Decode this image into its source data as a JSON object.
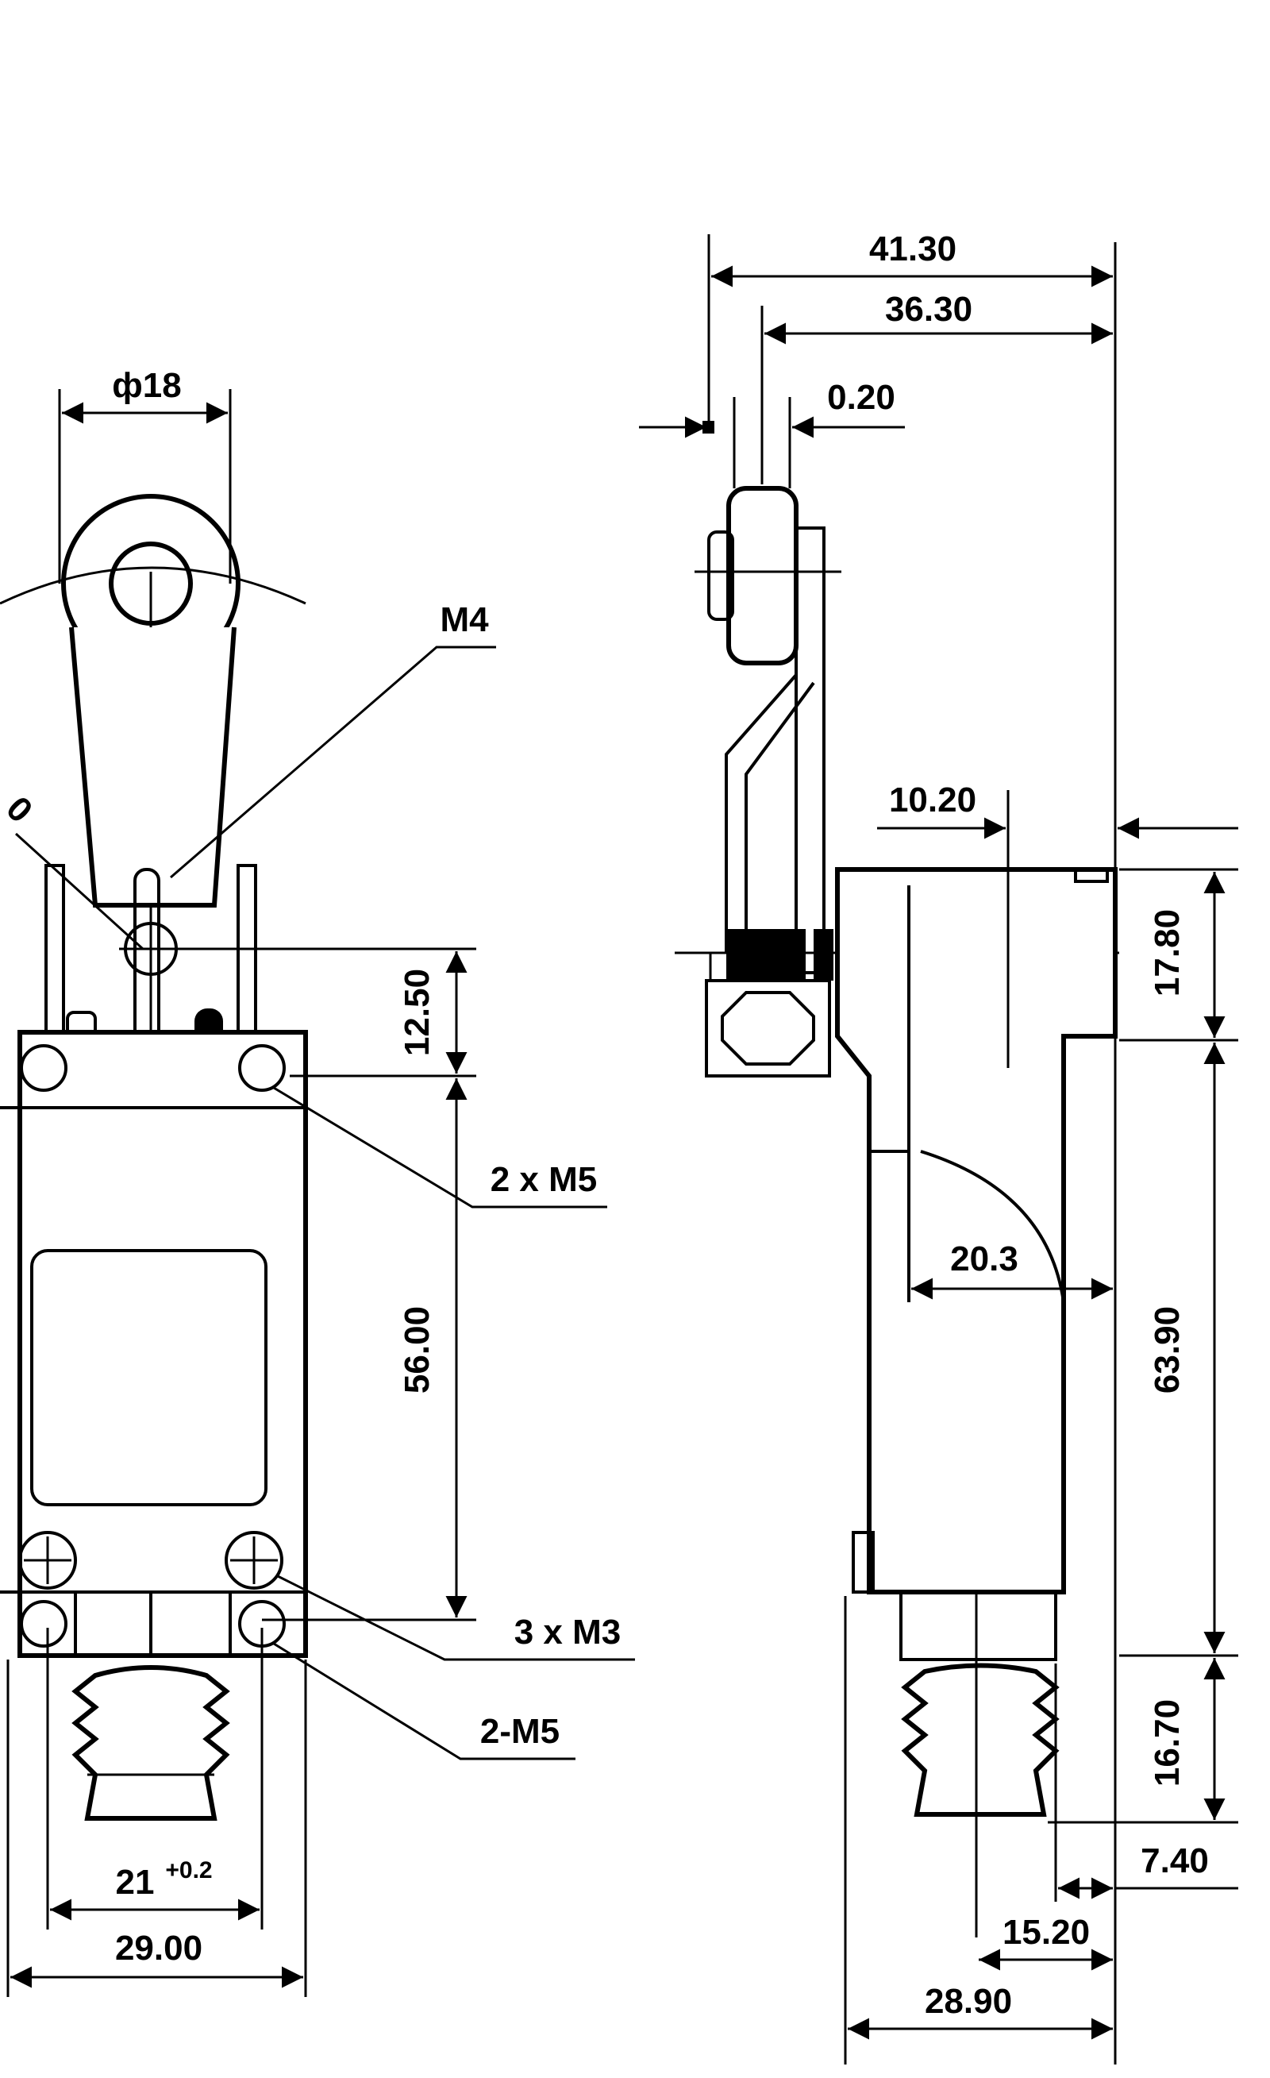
{
  "front_view": {
    "dims": {
      "roller_diameter": "ф18",
      "pivot_thread": "M4",
      "radius_partial": "0",
      "lever_offset": "12.50",
      "mount_top": "2 x M5",
      "body_height": "56.00",
      "screws": "3 x M3",
      "mount_bottom": "2-M5",
      "hole_spacing": "21",
      "hole_spacing_tol": "+0.2",
      "body_width": "29.00"
    }
  },
  "side_view": {
    "dims": {
      "overall_width": "41.30",
      "roller_offset": "36.30",
      "roller_gap": "0.20",
      "head_offset": "10.20",
      "head_height": "17.80",
      "curve": "20.3",
      "body_height": "63.90",
      "plunger_height": "16.70",
      "plunger_offset": "7.40",
      "plunger_width": "15.20",
      "body_depth": "28.90"
    }
  }
}
